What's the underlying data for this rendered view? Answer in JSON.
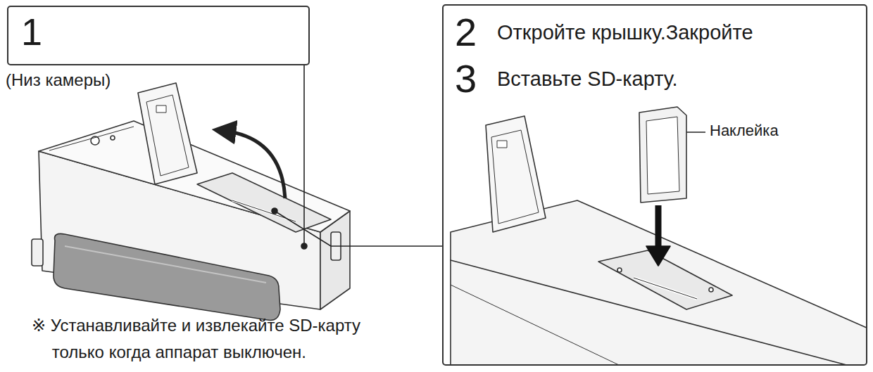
{
  "diagram": {
    "nodes": [
      {
        "text": [
          "1"
        ]
      },
      {
        "text": [
          "2",
          "Откройте крышку.Закройте",
          "3",
          "Вставьте SD-карту."
        ]
      }
    ],
    "labels": [
      "(Низ камеры)",
      "Наклейка",
      "※ Устанавливайте и извлекайте SD-карту только когда аппарат выключен."
    ]
  }
}
